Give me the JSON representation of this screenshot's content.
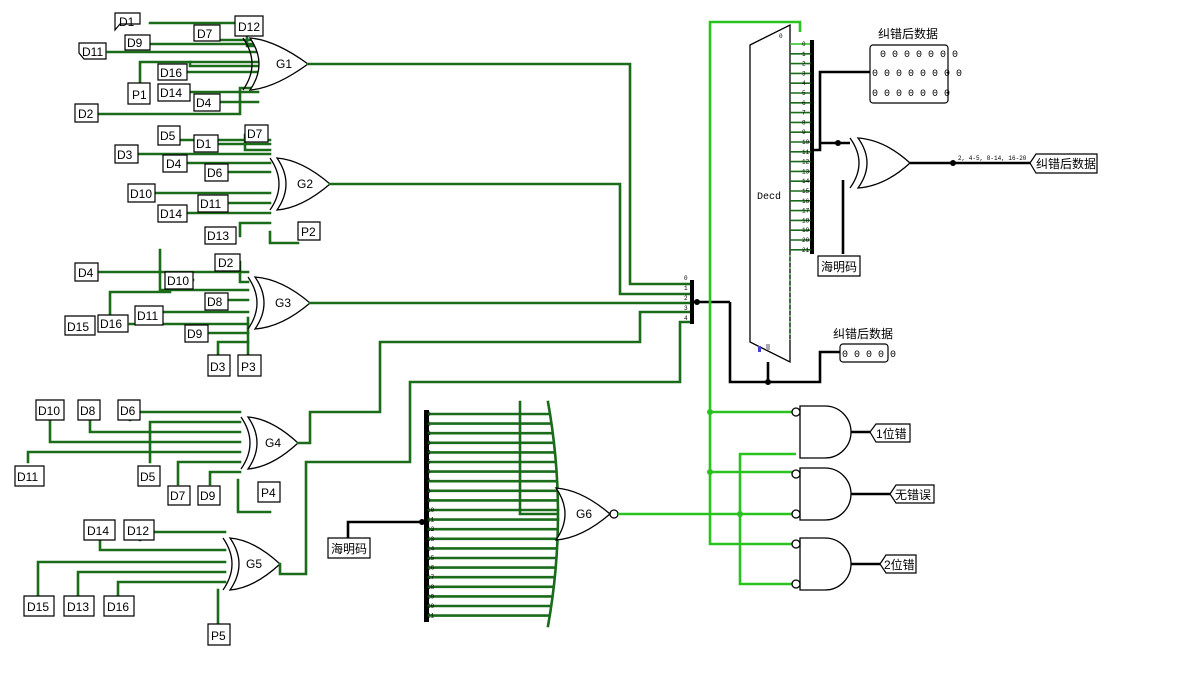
{
  "inputs": {
    "g1": [
      "D1",
      "D7",
      "D12",
      "D11",
      "D9",
      "D16",
      "P1",
      "D14",
      "D4",
      "D2"
    ],
    "g2": [
      "D5",
      "D7",
      "D3",
      "D1",
      "D4",
      "D6",
      "D10",
      "D11",
      "D14",
      "D13",
      "P2"
    ],
    "g3": [
      "D4",
      "D2",
      "D10",
      "D8",
      "D15",
      "D16",
      "D11",
      "D9",
      "D3",
      "P3"
    ],
    "g4": [
      "D10",
      "D8",
      "D6",
      "D11",
      "D5",
      "D7",
      "D9",
      "P4"
    ],
    "g5": [
      "D14",
      "D12",
      "D15",
      "D13",
      "D16",
      "P5"
    ]
  },
  "gates": {
    "g1": "G1",
    "g2": "G2",
    "g3": "G3",
    "g4": "G4",
    "g5": "G5",
    "g6": "G6"
  },
  "splitter_main": {
    "bits": [
      "0",
      "1",
      "2",
      "3",
      "4"
    ]
  },
  "decoder": {
    "label": "Decd",
    "select_label": "0",
    "outputs": [
      "0",
      "1",
      "2",
      "3",
      "4",
      "5",
      "6",
      "7",
      "8",
      "9",
      "10",
      "11",
      "12",
      "13",
      "14",
      "15",
      "16",
      "17",
      "18",
      "19",
      "20",
      "21"
    ]
  },
  "splitter_g6": {
    "bits": [
      "0",
      "1",
      "2",
      "3",
      "4",
      "5",
      "6",
      "7",
      "8",
      "9",
      "10",
      "11",
      "12",
      "13",
      "14",
      "15",
      "16",
      "17",
      "18",
      "19",
      "20",
      "21"
    ]
  },
  "probes": {
    "corrected_top_title": "纠错后数据",
    "corrected_top_rows": [
      "0 0 0 0 0 0 0",
      "0 0 0 0 0 0 0 0",
      "0 0 0 0 0 0 0"
    ],
    "corrected_bottom_title": "纠错后数据",
    "corrected_bottom_value": "0 0 0 0 0"
  },
  "bus_label": "2, 4-5, 8-14, 16-20",
  "outputs": {
    "corrected": "纠错后数据",
    "one_bit": "1位错",
    "no_error": "无错误",
    "two_bit": "2位错"
  },
  "hamming_inputs": {
    "top": "海明码",
    "bottom": "海明码"
  },
  "colors": {
    "wire_off": "#1a6b1a",
    "wire_on": "#29c21f",
    "bus": "#000000"
  }
}
